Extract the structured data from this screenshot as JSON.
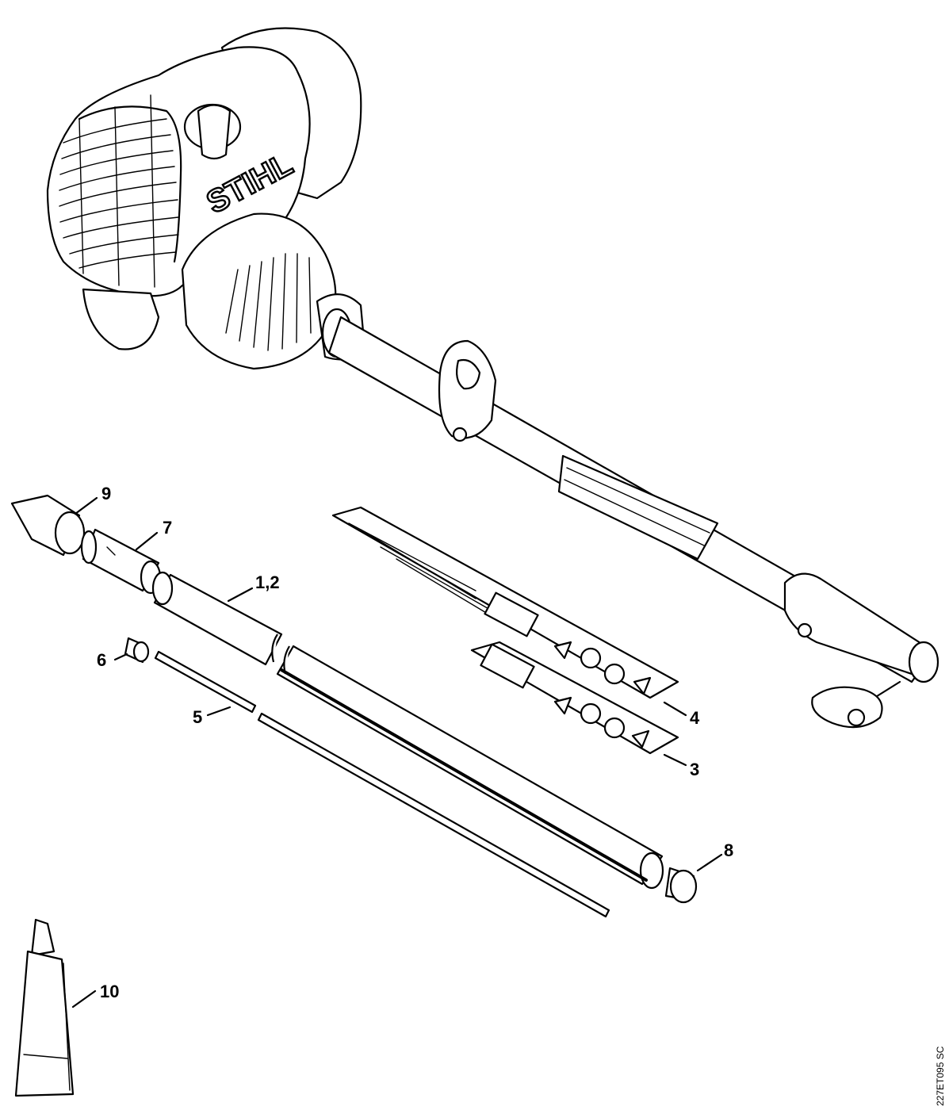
{
  "brand": "STIHL",
  "drawing_code": "227ET095 SC",
  "callouts": [
    {
      "label": "9"
    },
    {
      "label": "7"
    },
    {
      "label": "1,2"
    },
    {
      "label": "6"
    },
    {
      "label": "5"
    },
    {
      "label": "4"
    },
    {
      "label": "3"
    },
    {
      "label": "8"
    },
    {
      "label": "10"
    }
  ]
}
